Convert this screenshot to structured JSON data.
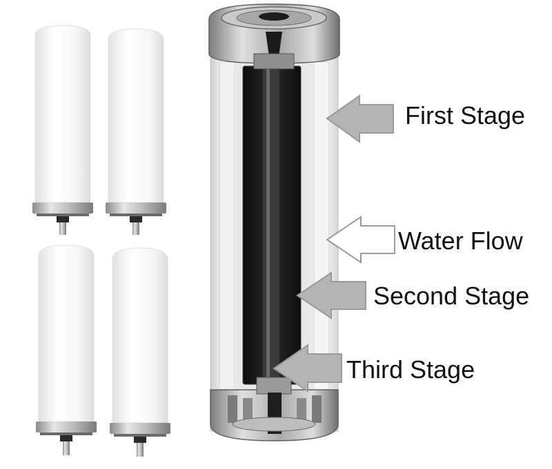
{
  "labels": {
    "first_stage": "First Stage",
    "water_flow": "Water Flow",
    "second_stage": "Second Stage",
    "third_stage": "Third Stage"
  },
  "colors": {
    "stage_arrow_fill": "#b4b4b4",
    "flow_arrow_fill": "#ffffff",
    "arrow_outline": "#9a9a9a",
    "carbon_core": "#151515",
    "ceramic_body": "#f3f3f3",
    "metal": "#b9b9b9"
  },
  "icons": {
    "cartridges": "ceramic-filter-cartridge",
    "cutaway": "filter-cross-section",
    "arrows": "left-pointing-arrow"
  }
}
